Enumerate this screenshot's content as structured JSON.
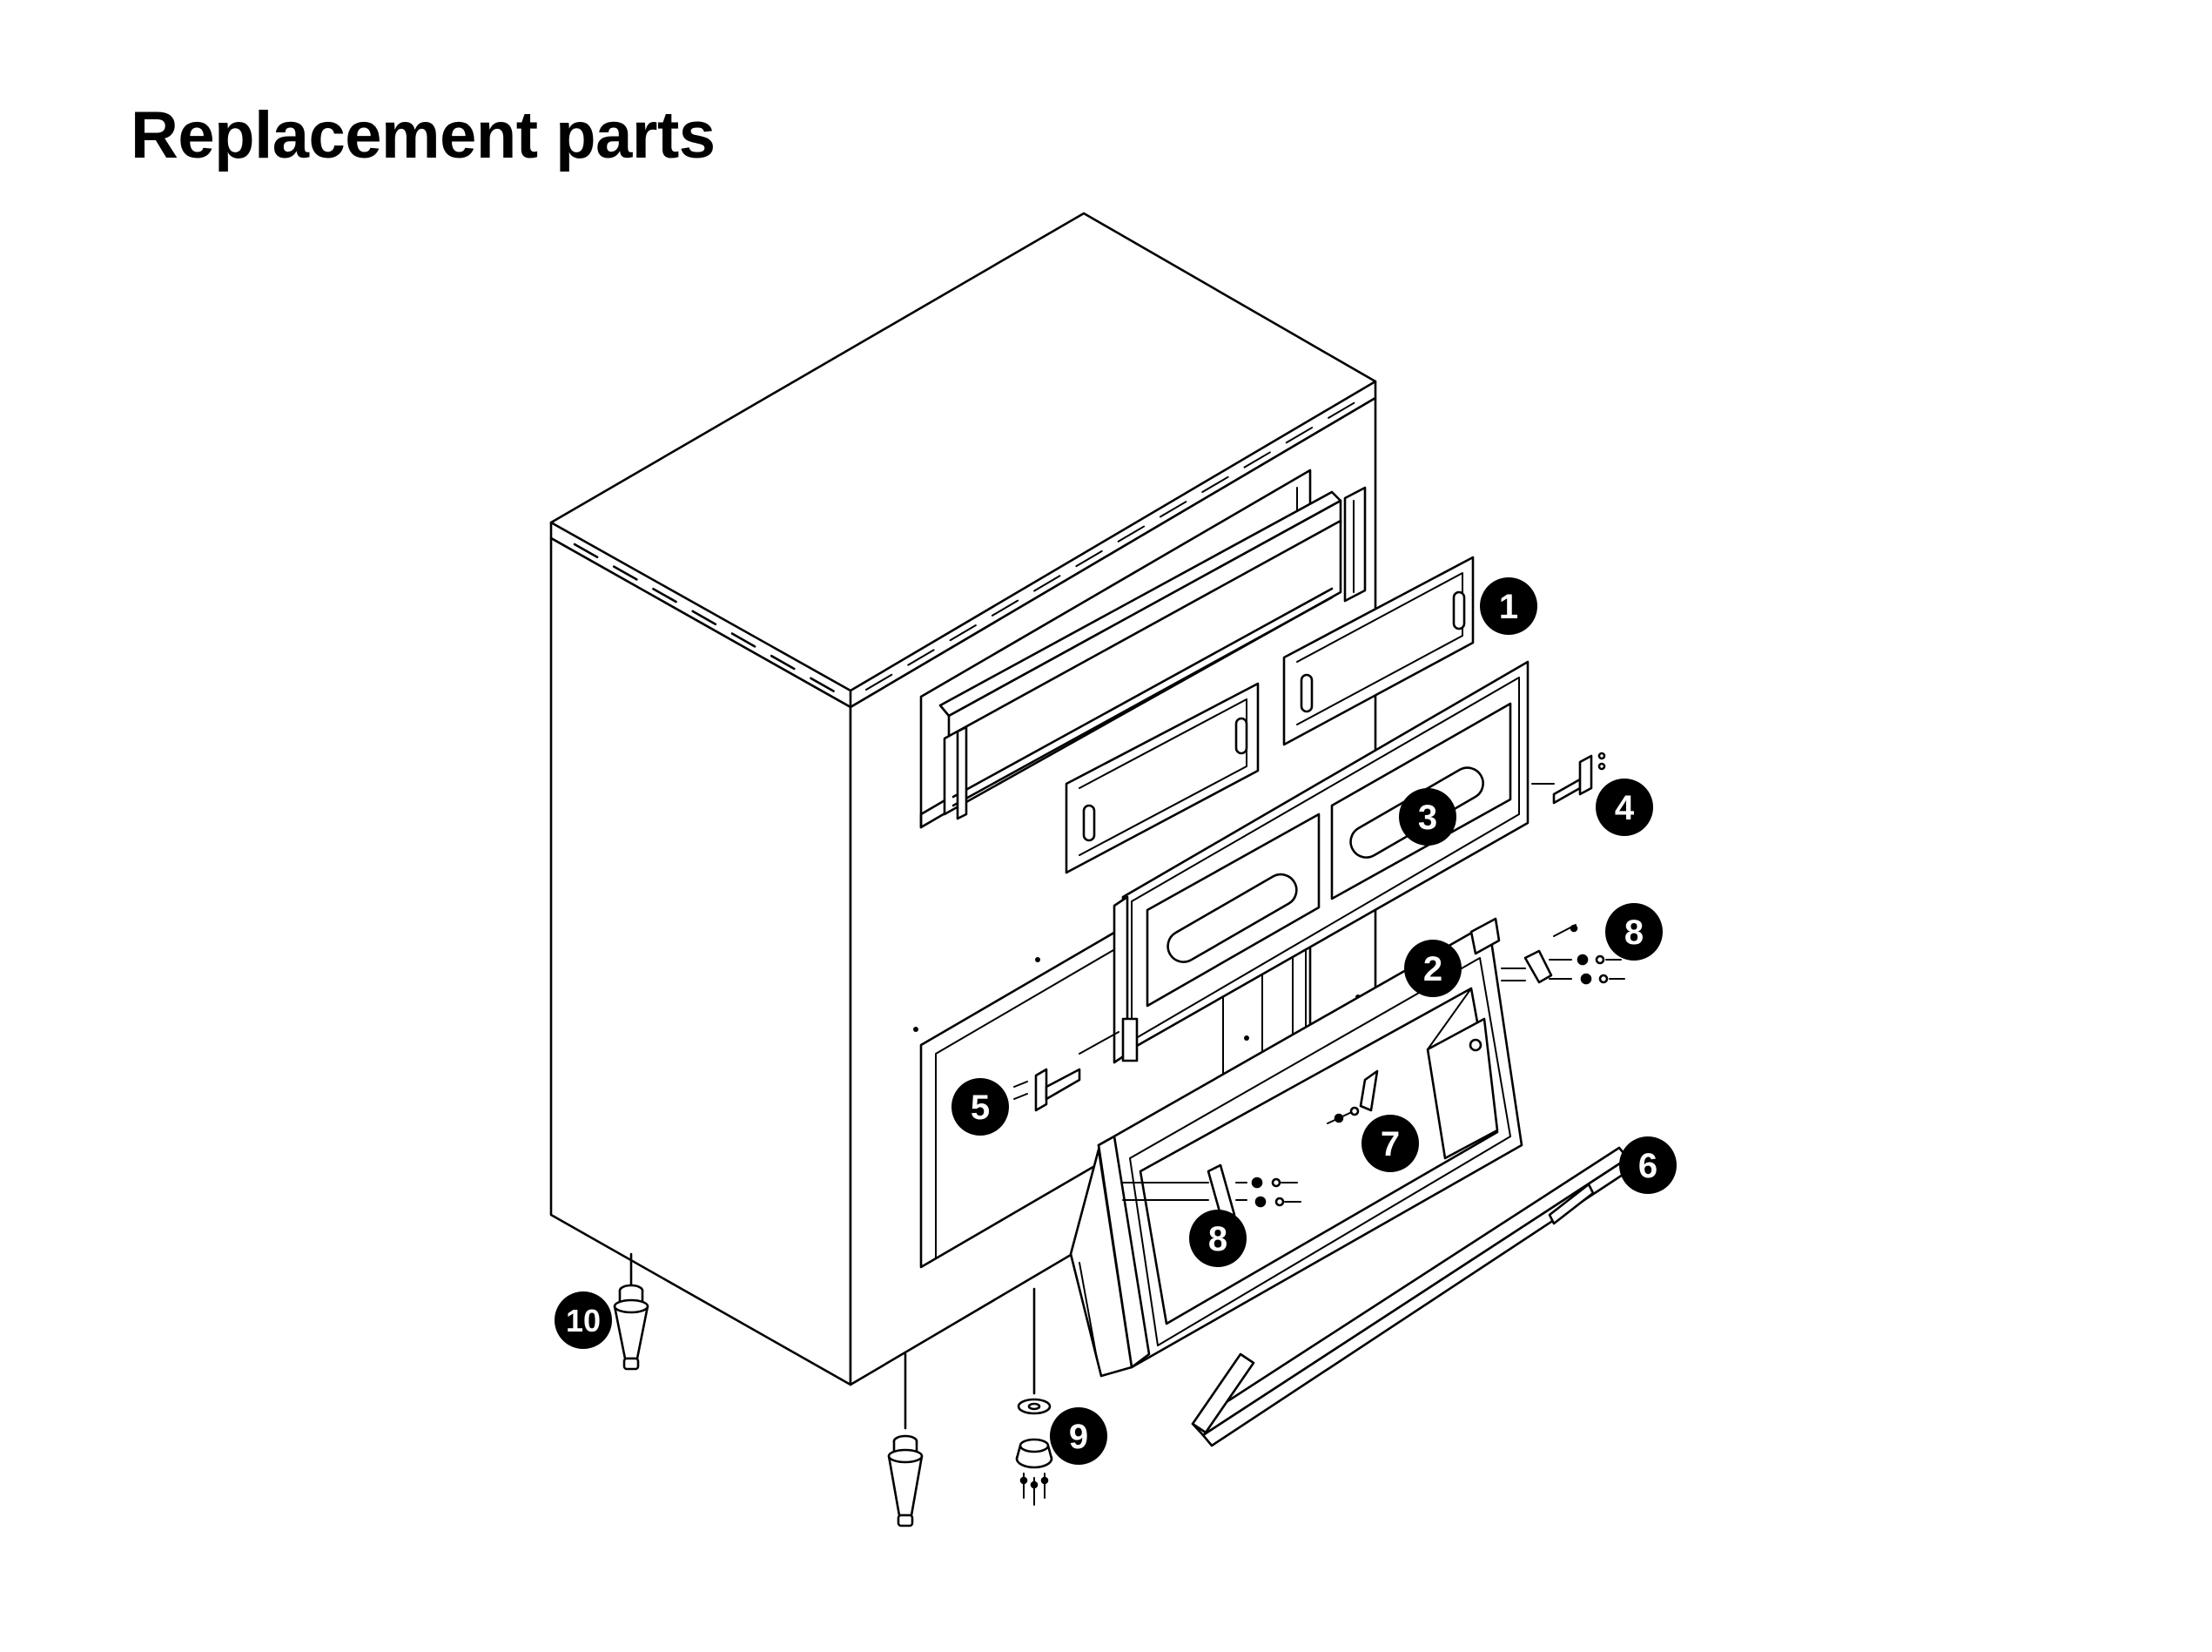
{
  "page": {
    "title": "Replacement parts"
  },
  "colors": {
    "line": "#000000",
    "background": "#ffffff",
    "callout_fill": "#000000",
    "callout_text": "#ffffff"
  },
  "callouts": [
    {
      "number": "1"
    },
    {
      "number": "2"
    },
    {
      "number": "3"
    },
    {
      "number": "4"
    },
    {
      "number": "5"
    },
    {
      "number": "6"
    },
    {
      "number": "7"
    },
    {
      "number": "8"
    },
    {
      "number": "8"
    },
    {
      "number": "9"
    },
    {
      "number": "10"
    }
  ]
}
